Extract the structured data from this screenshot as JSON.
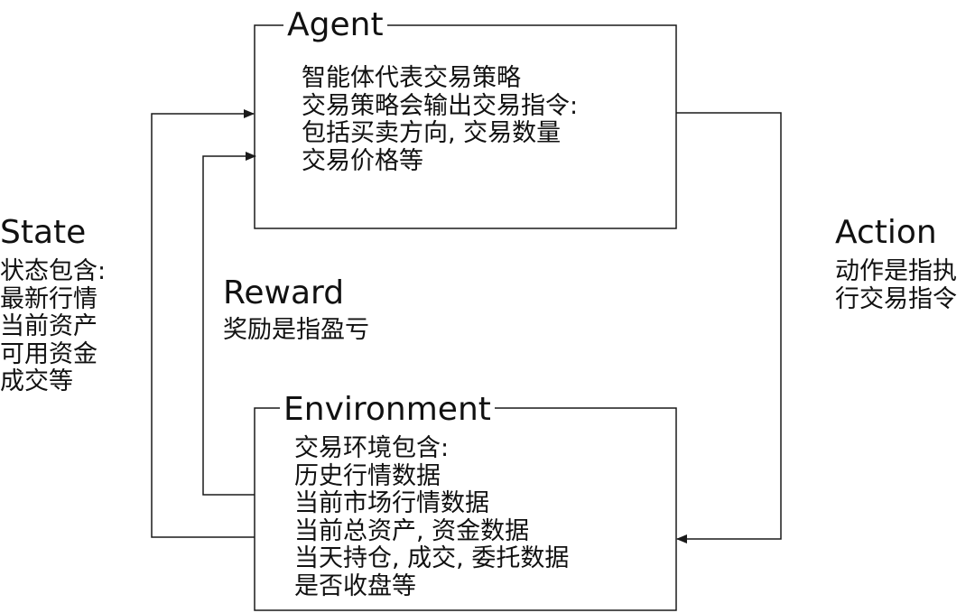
{
  "agent": {
    "title": "Agent",
    "lines": [
      "智能体代表交易策略",
      "交易策略会输出交易指令:",
      "包括买卖方向, 交易数量",
      "交易价格等"
    ]
  },
  "environment": {
    "title": "Environment",
    "lines": [
      "交易环境包含:",
      "历史行情数据",
      "当前市场行情数据",
      "当前总资产, 资金数据",
      "当天持仓, 成交, 委托数据",
      "是否收盘等"
    ]
  },
  "state": {
    "title": "State",
    "lines": [
      "状态包含:",
      "最新行情",
      "当前资产",
      "可用资金",
      "成交等"
    ]
  },
  "reward": {
    "title": "Reward",
    "lines": [
      "奖励是指盈亏"
    ]
  },
  "action": {
    "title": "Action",
    "lines": [
      "动作是指执",
      "行交易指令"
    ]
  },
  "colors": {
    "line": "#1a1a1a",
    "text": "#111111",
    "background": "#ffffff"
  }
}
